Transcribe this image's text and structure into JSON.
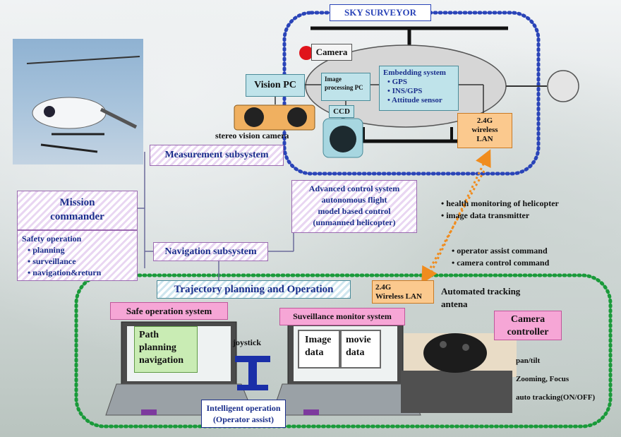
{
  "sky_surveyor": "SKY SURVEYOR",
  "camera": "Camera",
  "vision_pc": "Vision PC",
  "image_processing_pc": "Image processing PC",
  "ccd": "CCD",
  "embedding_title": "Embedding system",
  "embedding_items": [
    "GPS",
    "INS/GPS",
    "Attitude sensor"
  ],
  "wireless_top": [
    "2.4G",
    "wireless",
    "LAN"
  ],
  "stereo_camera": "stereo vision camera",
  "measurement": "Measurement subsystem",
  "mission_commander": [
    "Mission",
    "commander"
  ],
  "safety_title": "Safety operation",
  "safety_items": [
    "planning",
    "surveillance",
    "navigation&return"
  ],
  "navigation": "Navigation subsystem",
  "advanced_control": [
    "Advanced control system",
    "autonomous flight",
    "model based control",
    "(unmanned helicopter)"
  ],
  "downlink_items": [
    "health monitoring of helicopter",
    "image data transmitter"
  ],
  "uplink_items": [
    "operator assist command",
    "camera control command"
  ],
  "trajectory": "Trajectory planning and Operation",
  "wireless_bottom": [
    "2.4G",
    "Wireless LAN"
  ],
  "antenna": [
    "Automated tracking",
    "antena"
  ],
  "safe_operation": "Safe operation system",
  "path_planning": [
    "Path",
    "planning",
    "navigation"
  ],
  "joystick": "joystick",
  "surveillance_monitor": "Suveillance monitor system",
  "image_data": [
    "Image",
    "data"
  ],
  "movie_data": [
    "movie",
    "data"
  ],
  "camera_controller": [
    "Camera",
    "controller"
  ],
  "controller_functions": [
    "pan/tilt",
    "Zooming, Focus",
    "auto tracking(ON/OFF)"
  ],
  "intelligent_operation": [
    "Intelligent operation",
    "(Operator assist)"
  ],
  "colors": {
    "accent_blue": "#1b2f8c",
    "pink": "#f6a6d6",
    "peach": "#fbc98e",
    "cyan": "#bfe3ea",
    "dotted_blue": "#2a44b8",
    "dotted_green": "#1a9a3a",
    "arrow": "#f08c1e"
  }
}
